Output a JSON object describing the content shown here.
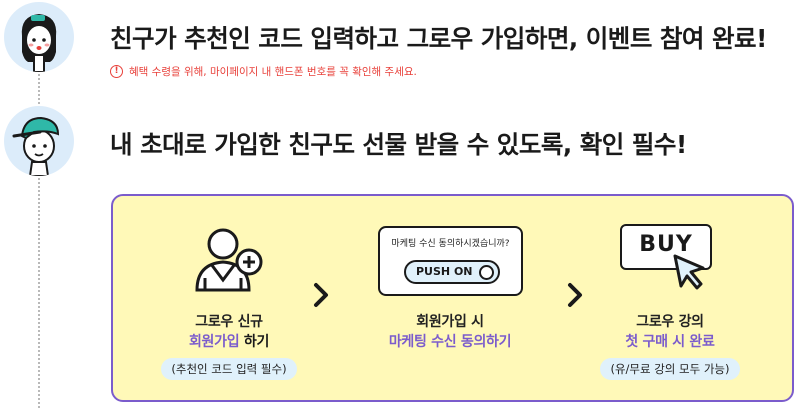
{
  "steps": [
    {
      "title": "친구가 추천인 코드 입력하고 그로우 가입하면, 이벤트 참여 완료!",
      "notice": {
        "icon": "alert-circle-icon",
        "icon_glyph": "!",
        "text": "혜택 수령을 위해, 마이페이지 내 핸드폰 번호를 꼭 확인해 주세요."
      }
    },
    {
      "title": "내 초대로 가입한 친구도 선물 받을 수 있도록, 확인 필수!"
    }
  ],
  "flow": {
    "items": [
      {
        "icon": "add-user-icon",
        "line1": "그로우 신규",
        "line2_accent": "회원가입",
        "line2_rest": " 하기",
        "pill": "(추천인 코드 입력 필수)"
      },
      {
        "icon": "push-toggle-icon",
        "phone_question": "마케팅 수신 동의하시겠습니까?",
        "push_label": "PUSH ON",
        "line1": "회원가입 시",
        "line2_accent": "마케팅 수신 동의하기"
      },
      {
        "icon": "buy-click-icon",
        "buy_label": "BUY",
        "line1": "그로우 강의",
        "line2_accent": "첫 구매 시 완료",
        "pill": "(유/무료 강의 모두 가능)"
      }
    ]
  },
  "colors": {
    "accent": "#7b5ccc",
    "flow_background": "#fff9b8",
    "pill_background": "#e0f1fb",
    "alert": "#e8403a",
    "avatar_background": "#dcecfa"
  }
}
